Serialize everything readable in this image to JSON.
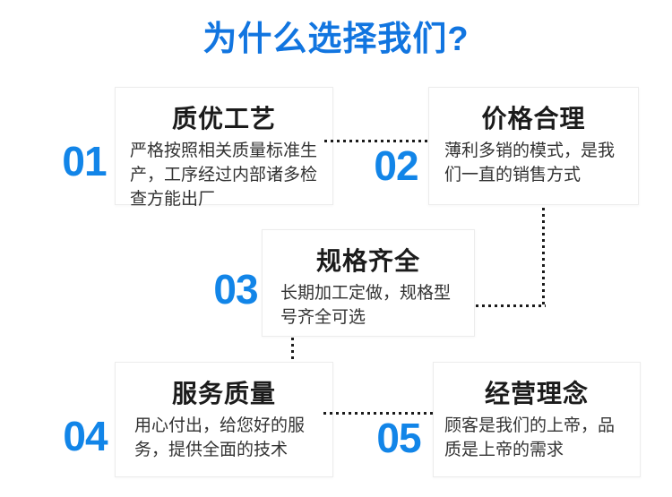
{
  "page": {
    "title": "为什么选择我们?"
  },
  "cards": [
    {
      "number": "01",
      "title": "质优工艺",
      "description": "严格按照相关质量标准生产，工序经过内部诸多检查方能出厂"
    },
    {
      "number": "02",
      "title": "价格合理",
      "description": "薄利多销的模式，是我们一直的销售方式"
    },
    {
      "number": "03",
      "title": "规格齐全",
      "description": "长期加工定做，规格型号齐全可选"
    },
    {
      "number": "04",
      "title": "服务质量",
      "description": "用心付出，给您好的服务，提供全面的技术"
    },
    {
      "number": "05",
      "title": "经营理念",
      "description": "顾客是我们的上帝，品质是上帝的需求"
    }
  ],
  "colors": {
    "title_blue": "#1175e0",
    "number_blue": "#1285e8",
    "connector_black": "#1b1b1b",
    "card_border": "#ececec",
    "body_text": "#333333"
  }
}
